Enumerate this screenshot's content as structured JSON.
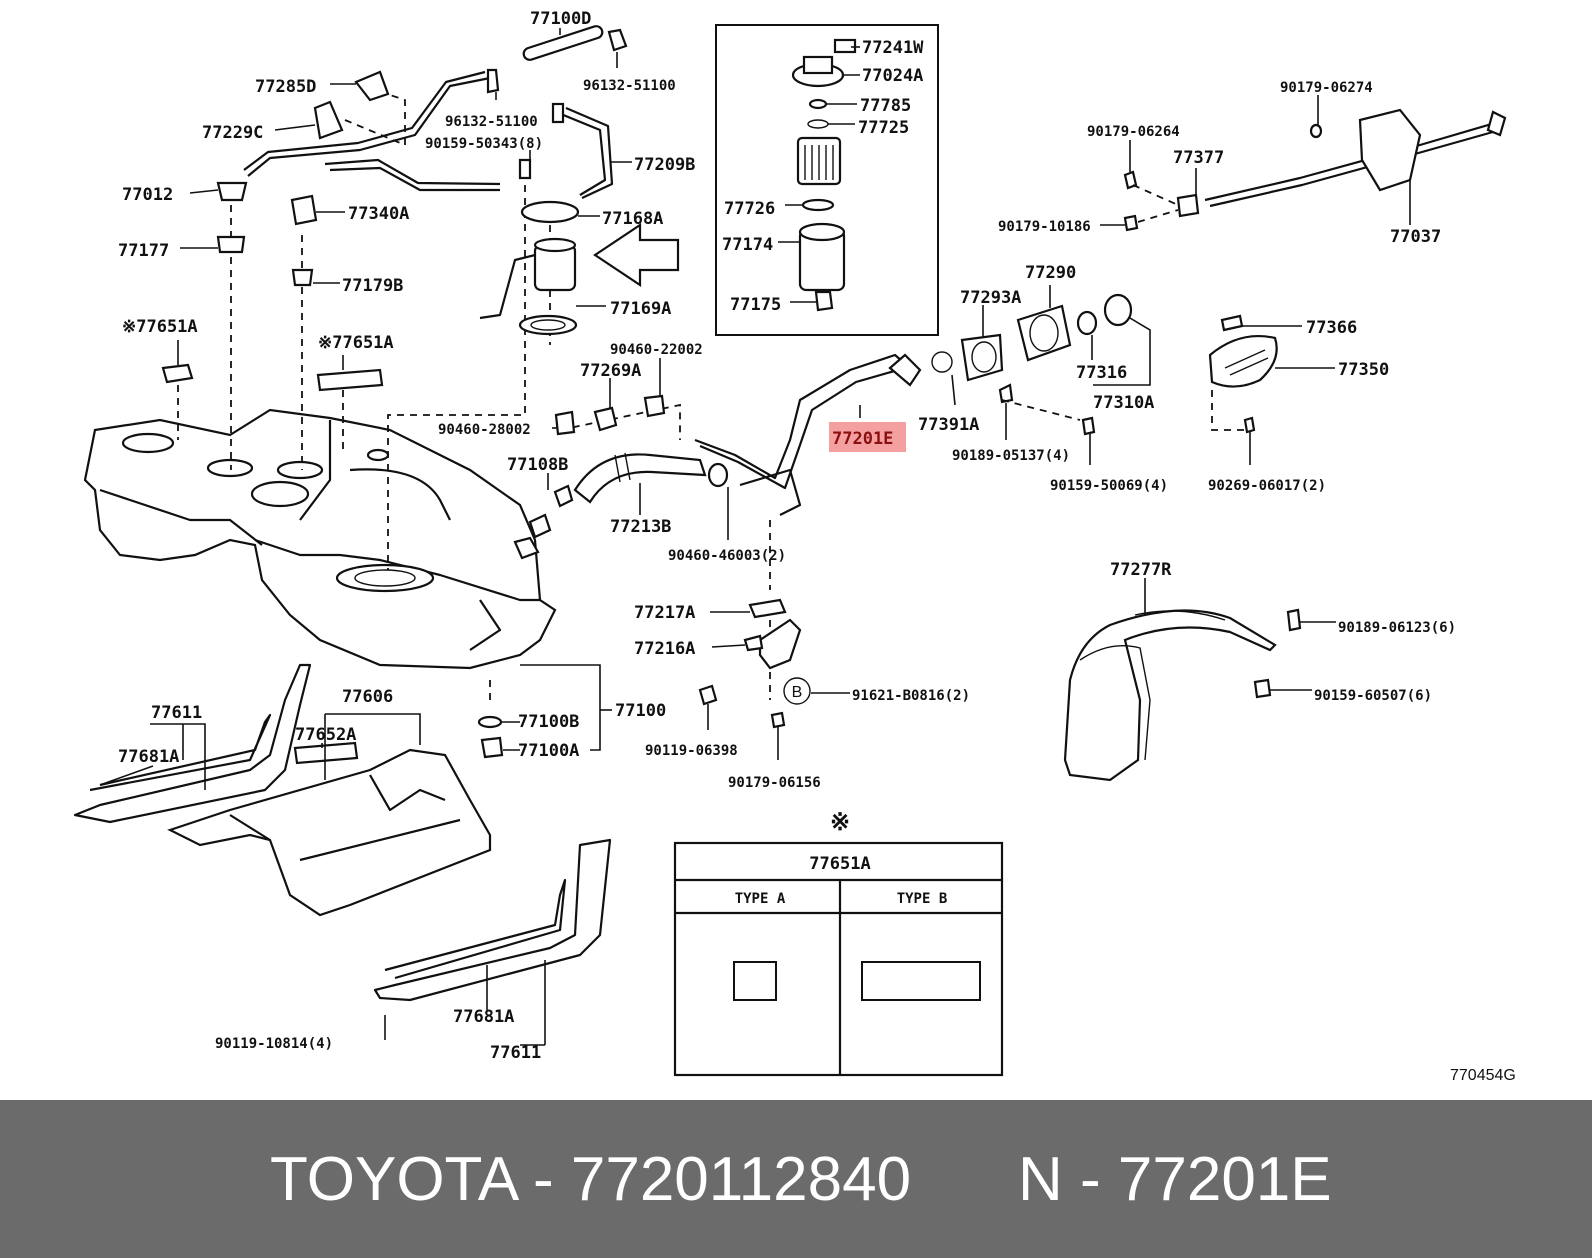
{
  "diagram": {
    "highlight_color": "#f4a0a0",
    "ref_code": "770454G",
    "callouts": [
      {
        "key": "p77100D",
        "text": "77100D"
      },
      {
        "key": "p96132a",
        "text": "96132-51100"
      },
      {
        "key": "p96132b",
        "text": "96132-51100"
      },
      {
        "key": "p77285D",
        "text": "77285D"
      },
      {
        "key": "p77229C",
        "text": "77229C"
      },
      {
        "key": "p90159a",
        "text": "90159-50343(8)"
      },
      {
        "key": "p77209B",
        "text": "77209B"
      },
      {
        "key": "p77012",
        "text": "77012"
      },
      {
        "key": "p77340A",
        "text": "77340A"
      },
      {
        "key": "p77168A",
        "text": "77168A"
      },
      {
        "key": "p77177",
        "text": "77177"
      },
      {
        "key": "p77179B",
        "text": "77179B"
      },
      {
        "key": "p77169A",
        "text": "77169A"
      },
      {
        "key": "p77651Aa",
        "text": "※77651A"
      },
      {
        "key": "p77651Ab",
        "text": "※77651A"
      },
      {
        "key": "p90460a",
        "text": "90460-22002"
      },
      {
        "key": "p77269A",
        "text": "77269A"
      },
      {
        "key": "p90460b",
        "text": "90460-28002"
      },
      {
        "key": "p77108B",
        "text": "77108B"
      },
      {
        "key": "p77213B",
        "text": "77213B"
      },
      {
        "key": "p90460c",
        "text": "90460-46003(2)"
      },
      {
        "key": "p77241W",
        "text": "77241W"
      },
      {
        "key": "p77024A",
        "text": "77024A"
      },
      {
        "key": "p77785",
        "text": "77785"
      },
      {
        "key": "p77725",
        "text": "77725"
      },
      {
        "key": "p77726",
        "text": "77726"
      },
      {
        "key": "p77174",
        "text": "77174"
      },
      {
        "key": "p77175",
        "text": "77175"
      },
      {
        "key": "p77290",
        "text": "77290"
      },
      {
        "key": "p77293A",
        "text": "77293A"
      },
      {
        "key": "p77316",
        "text": "77316"
      },
      {
        "key": "p77310A",
        "text": "77310A"
      },
      {
        "key": "p77391A",
        "text": "77391A"
      },
      {
        "key": "p77201E",
        "text": "77201E"
      },
      {
        "key": "p90189a",
        "text": "90189-05137(4)"
      },
      {
        "key": "p90159b",
        "text": "90159-50069(4)"
      },
      {
        "key": "p90269",
        "text": "90269-06017(2)"
      },
      {
        "key": "p77366",
        "text": "77366"
      },
      {
        "key": "p77350",
        "text": "77350"
      },
      {
        "key": "p90179a",
        "text": "90179-06274"
      },
      {
        "key": "p90179b",
        "text": "90179-06264"
      },
      {
        "key": "p77377",
        "text": "77377"
      },
      {
        "key": "p90179c",
        "text": "90179-10186"
      },
      {
        "key": "p77037",
        "text": "77037"
      },
      {
        "key": "p77217A",
        "text": "77217A"
      },
      {
        "key": "p77216A",
        "text": "77216A"
      },
      {
        "key": "p91621",
        "text": "91621-B0816(2)"
      },
      {
        "key": "p90119a",
        "text": "90119-06398"
      },
      {
        "key": "p90179d",
        "text": "90179-06156"
      },
      {
        "key": "p77100B",
        "text": "77100B"
      },
      {
        "key": "p77100A",
        "text": "77100A"
      },
      {
        "key": "p77100",
        "text": "77100"
      },
      {
        "key": "p77611a",
        "text": "77611"
      },
      {
        "key": "p77681Aa",
        "text": "77681A"
      },
      {
        "key": "p77606",
        "text": "77606"
      },
      {
        "key": "p77652A",
        "text": "77652A"
      },
      {
        "key": "p77681Ab",
        "text": "77681A"
      },
      {
        "key": "p77611b",
        "text": "77611"
      },
      {
        "key": "p90119b",
        "text": "90119-10814(4)"
      },
      {
        "key": "p77277R",
        "text": "77277R"
      },
      {
        "key": "p90189b",
        "text": "90189-06123(6)"
      },
      {
        "key": "p90159c",
        "text": "90159-60507(6)"
      }
    ],
    "b_marker": "B",
    "note_mark": "※",
    "type_table": {
      "title": "77651A",
      "col_a": "TYPE A",
      "col_b": "TYPE B"
    }
  },
  "footer": {
    "brand_part": "TOYOTA - 7720112840",
    "ref_part": "N - 77201E"
  }
}
